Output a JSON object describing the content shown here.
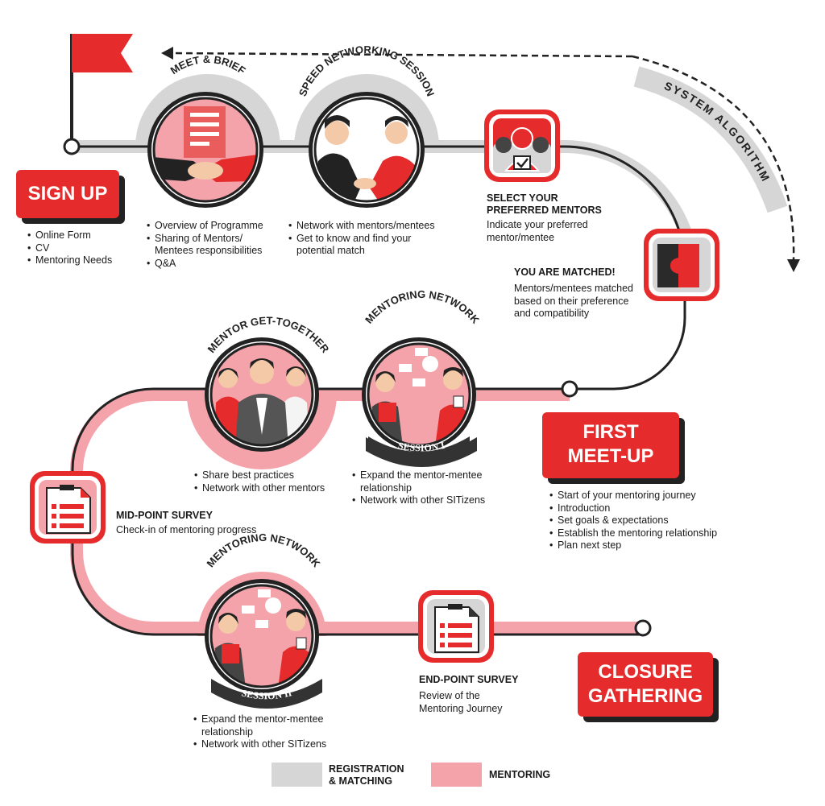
{
  "colors": {
    "accent": "#e52b2b",
    "registration": "#d6d6d6",
    "mentoring": "#f4a3aa",
    "dark": "#222222"
  },
  "sign_up": {
    "title": "SIGN UP",
    "items": [
      "Online Form",
      "CV",
      "Mentoring Needs"
    ]
  },
  "meet_brief": {
    "title": "MEET & BRIEF",
    "items": [
      "Overview of Programme",
      "Sharing of Mentors/ Mentees responsibilities",
      "Q&A"
    ]
  },
  "speed_networking": {
    "title": "SPEED NETWORKING SESSION",
    "items": [
      "Network with mentors/mentees",
      "Get to know and find your potential match"
    ]
  },
  "select_mentors": {
    "title_line1": "SELECT YOUR",
    "title_line2": "PREFERRED MENTORS",
    "desc": "Indicate your preferred mentor/mentee"
  },
  "system_algorithm": {
    "label": "SYSTEM ALGORITHM"
  },
  "matched": {
    "title": "YOU ARE MATCHED!",
    "desc": "Mentors/mentees matched based on their preference and compatibility"
  },
  "first_meetup": {
    "title_line1": "FIRST",
    "title_line2": "MEET-UP",
    "items": [
      "Start of your mentoring journey",
      "Introduction",
      "Set goals & expectations",
      "Establish the mentoring relationship",
      "Plan next step"
    ]
  },
  "mentoring_network_1": {
    "title": "MENTORING NETWORK",
    "session": "SESSION I",
    "items": [
      "Expand the mentor-mentee relationship",
      "Network with other SITizens"
    ]
  },
  "mentor_get_together": {
    "title": "MENTOR GET-TOGETHER",
    "items": [
      "Share best practices",
      "Network with other mentors"
    ]
  },
  "mid_point_survey": {
    "title": "MID-POINT SURVEY",
    "desc": "Check-in of mentoring progress"
  },
  "mentoring_network_2": {
    "title": "MENTORING NETWORK",
    "session": "SESSION II",
    "items": [
      "Expand the mentor-mentee relationship",
      "Network with other SITizens"
    ]
  },
  "end_point_survey": {
    "title": "END-POINT SURVEY",
    "desc": "Review of the Mentoring Journey"
  },
  "closure": {
    "title_line1": "CLOSURE",
    "title_line2": "GATHERING"
  },
  "legend": {
    "registration": "REGISTRATION & MATCHING",
    "registration_line1": "REGISTRATION",
    "registration_line2": "& MATCHING",
    "mentoring": "MENTORING"
  }
}
